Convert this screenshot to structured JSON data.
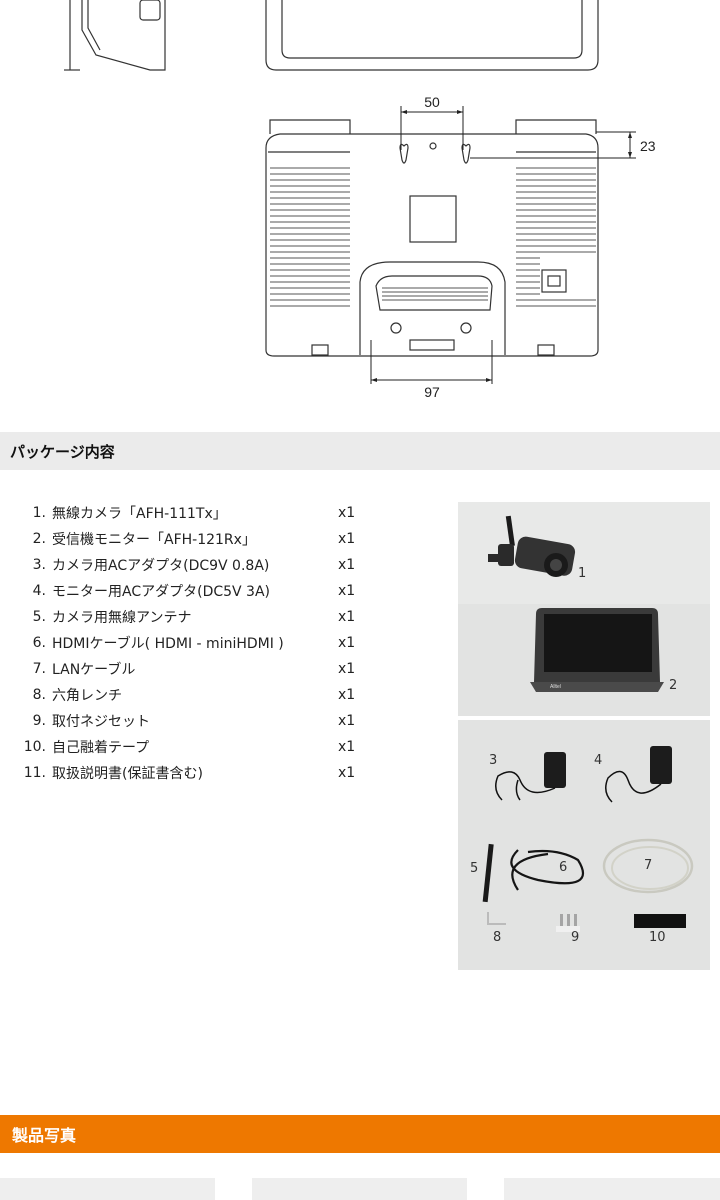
{
  "drawing": {
    "dimensions": {
      "hole_spacing": "50",
      "hole_offset": "23",
      "stand_width": "97"
    }
  },
  "package_section": {
    "title": "パッケージ内容",
    "items": [
      {
        "num": "1.",
        "name": "無線カメラ「AFH-111Tx」",
        "qty": "x1"
      },
      {
        "num": "2.",
        "name": "受信機モニター「AFH-121Rx」",
        "qty": "x1"
      },
      {
        "num": "3.",
        "name": "カメラ用ACアダプタ(DC9V 0.8A)",
        "qty": "x1"
      },
      {
        "num": "4.",
        "name": "モニター用ACアダプタ(DC5V 3A)",
        "qty": "x1"
      },
      {
        "num": "5.",
        "name": "カメラ用無線アンテナ",
        "qty": "x1"
      },
      {
        "num": "6.",
        "name": "HDMIケーブル( HDMI - miniHDMI )",
        "qty": "x1"
      },
      {
        "num": "7.",
        "name": "LANケーブル",
        "qty": "x1"
      },
      {
        "num": "8.",
        "name": "六角レンチ",
        "qty": "x1"
      },
      {
        "num": "9.",
        "name": "取付ネジセット",
        "qty": "x1"
      },
      {
        "num": "10.",
        "name": "自己融着テープ",
        "qty": "x1"
      },
      {
        "num": "11.",
        "name": "取扱説明書(保証書含む)",
        "qty": "x1"
      }
    ],
    "photo_labels": [
      "1",
      "2",
      "3",
      "4",
      "5",
      "6",
      "7",
      "8",
      "9",
      "10"
    ],
    "monitor_logo": "Alltel"
  },
  "photo_section": {
    "title": "製品写真"
  }
}
